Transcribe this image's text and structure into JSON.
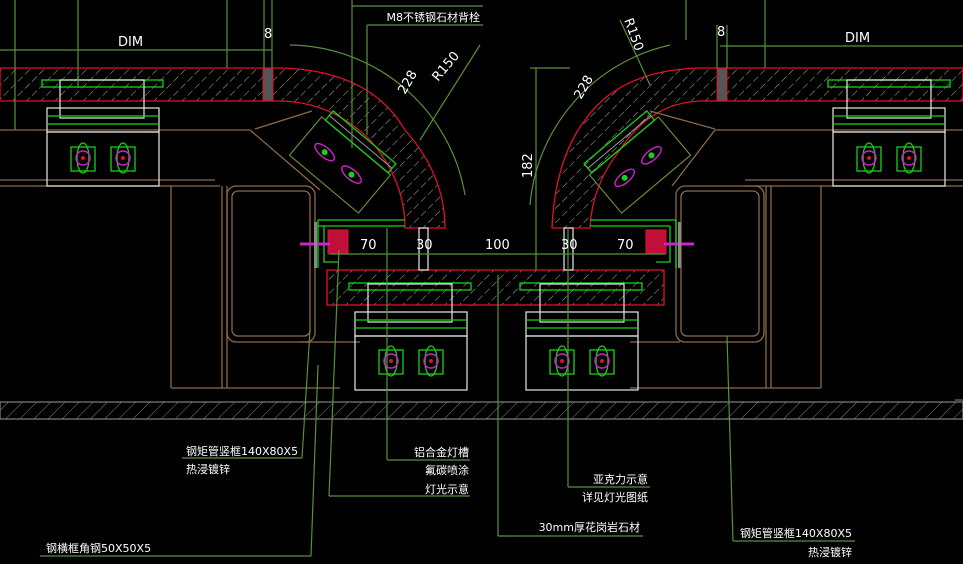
{
  "drawing": {
    "type": "CAD section detail",
    "background": "#000000",
    "colors": {
      "stone_outline": "#e0102a",
      "leader_lines": "#5a8f3c",
      "steel_frame": "#8a6a48",
      "brackets": "#18d018",
      "bolts": "#d020d0",
      "text": "#ffffff"
    }
  },
  "dimensions": {
    "left_dim_label": "DIM",
    "right_dim_label": "DIM",
    "left_gap": "8",
    "right_gap": "8",
    "left_radius": "R150",
    "right_radius": "R150",
    "left_arc_length": "228",
    "right_arc_length": "228",
    "height_182": "182",
    "bottom_row": [
      "70",
      "30",
      "100",
      "30",
      "70"
    ]
  },
  "annotations": {
    "top_bolt": "M8不锈钢石材背栓",
    "left_frame_1": "钢矩管竖框140X80X5",
    "left_frame_2": "热浸镀锌",
    "alu_slot_1": "铝合金灯槽",
    "alu_slot_2": "氟碳喷涂",
    "alu_slot_3": "灯光示意",
    "acrylic_1": "亚克力示意",
    "acrylic_2": "详见灯光图纸",
    "granite": "30mm厚花岗岩石材",
    "right_frame_1": "钢矩管竖框140X80X5",
    "right_frame_2": "热浸镀锌",
    "angle_steel_1": "钢横框角钢50X50X5"
  }
}
